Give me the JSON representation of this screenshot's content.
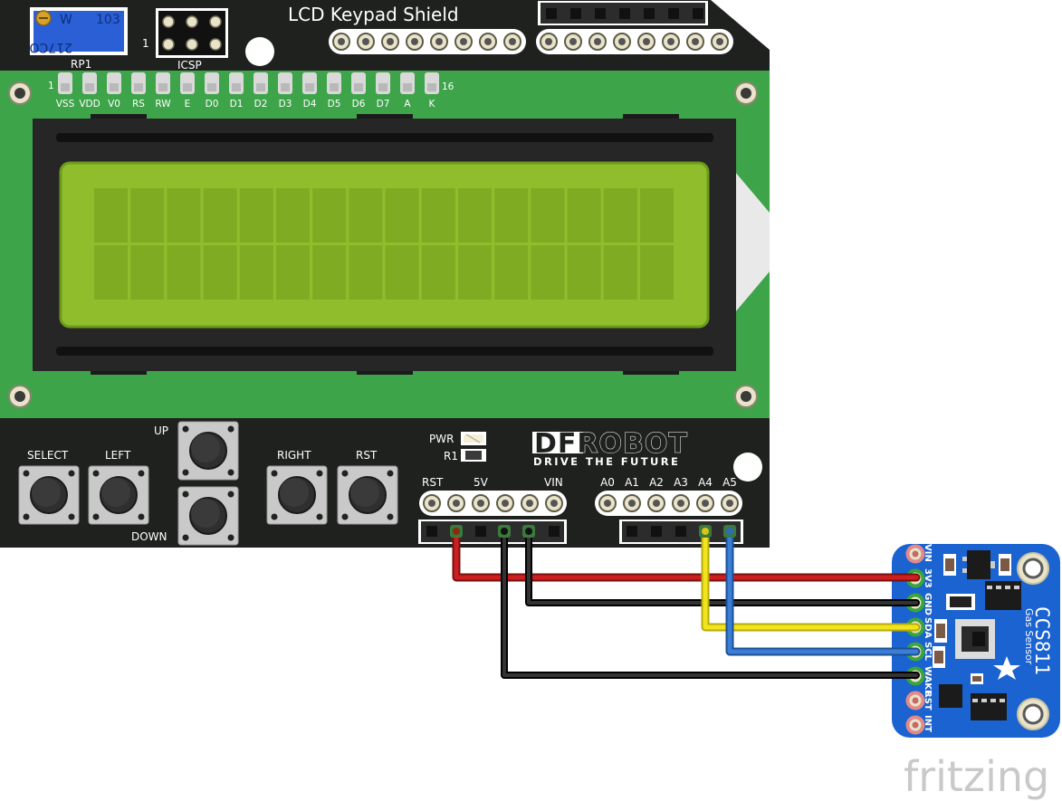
{
  "shield": {
    "title": "LCD Keypad Shield",
    "pot_label": "RP1",
    "pot_text_1": "W",
    "pot_text_2": "103",
    "pot_text_3": "217CO",
    "icsp_label": "ICSP",
    "icsp_pin1": "1",
    "lcd_pin_first": "1",
    "lcd_pin_last": "16",
    "lcd_pins": [
      "VSS",
      "VDD",
      "V0",
      "RS",
      "RW",
      "E",
      "D0",
      "D1",
      "D2",
      "D3",
      "D4",
      "D5",
      "D6",
      "D7",
      "A",
      "K"
    ],
    "buttons": {
      "select": "SELECT",
      "left": "LEFT",
      "up": "UP",
      "down": "DOWN",
      "right": "RIGHT",
      "rst": "RST"
    },
    "pwr_label": "PWR",
    "r1_label": "R1",
    "logo_main": "DFROBOT",
    "logo_sub": "DRIVE THE FUTURE",
    "power_header": {
      "rst": "RST",
      "v5": "5V",
      "vin": "VIN"
    },
    "analog_header": [
      "A0",
      "A1",
      "A2",
      "A3",
      "A4",
      "A5"
    ]
  },
  "sensor": {
    "title": "CCS811",
    "subtitle": "Gas Sensor",
    "pins": [
      "VIN",
      "3V3",
      "GND",
      "SDA",
      "SCL",
      "WAKE",
      "RST",
      "INT"
    ]
  },
  "watermark": "fritzing",
  "wire_colors": {
    "power": "#cc1f1f",
    "ground": "#1a1a1a",
    "sda": "#f2e41c",
    "scl": "#3a7fd5"
  },
  "colors": {
    "pcb": "#1f211f",
    "pcb_green": "#3ea44a",
    "lcd_frame": "#262626",
    "lcd_glass": "#8fbd2c",
    "sensor_pcb": "#1a63d1"
  }
}
